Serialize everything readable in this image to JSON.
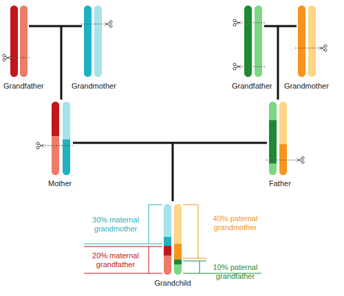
{
  "diagram": {
    "labels": [
      "Grandfather",
      "Grandmother",
      "Grandfather",
      "Grandmother",
      "Mother",
      "Father",
      "30% maternal grandmother",
      "40% paternal grandmother",
      "20% maternal grandfather",
      "10% paternal grandfather",
      "Grandchild"
    ]
  }
}
